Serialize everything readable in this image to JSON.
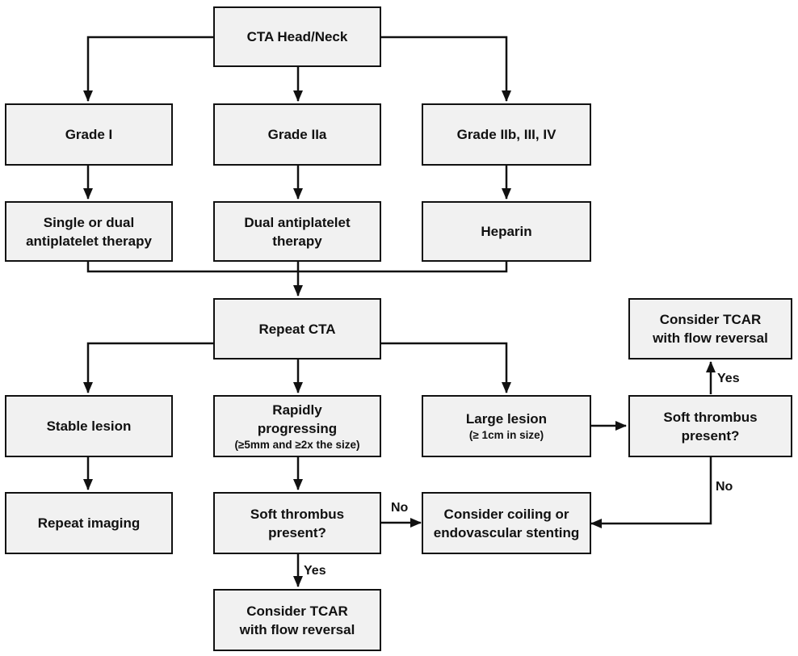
{
  "nodes": {
    "cta_head_neck": "CTA Head/Neck",
    "grade_1": "Grade I",
    "grade_2a": "Grade IIa",
    "grade_2b_3_4": "Grade IIb, III, IV",
    "single_dual_antiplatelet": [
      "Single or dual",
      "antiplatelet therapy"
    ],
    "dual_antiplatelet": [
      "Dual antiplatelet",
      "therapy"
    ],
    "heparin": "Heparin",
    "repeat_cta": "Repeat CTA",
    "stable_lesion": "Stable lesion",
    "rapidly_progressing": [
      "Rapidly",
      "progressing",
      "(≥5mm and ≥2x the size)"
    ],
    "large_lesion": [
      "Large lesion",
      "(≥ 1cm in size)"
    ],
    "soft_thrombus_right": [
      "Soft thrombus",
      "present?"
    ],
    "tcar_top_right": [
      "Consider TCAR",
      "with flow reversal"
    ],
    "repeat_imaging": "Repeat imaging",
    "soft_thrombus_center": [
      "Soft thrombus",
      "present?"
    ],
    "coiling_stenting": [
      "Consider coiling or",
      "endovascular stenting"
    ],
    "tcar_bottom": [
      "Consider TCAR",
      "with flow reversal"
    ]
  },
  "edge_labels": {
    "yes_right": "Yes",
    "no_right": "No",
    "no_center": "No",
    "yes_bottom": "Yes"
  },
  "colors": {
    "box_fill": "#f1f1f1",
    "line": "#111111"
  }
}
